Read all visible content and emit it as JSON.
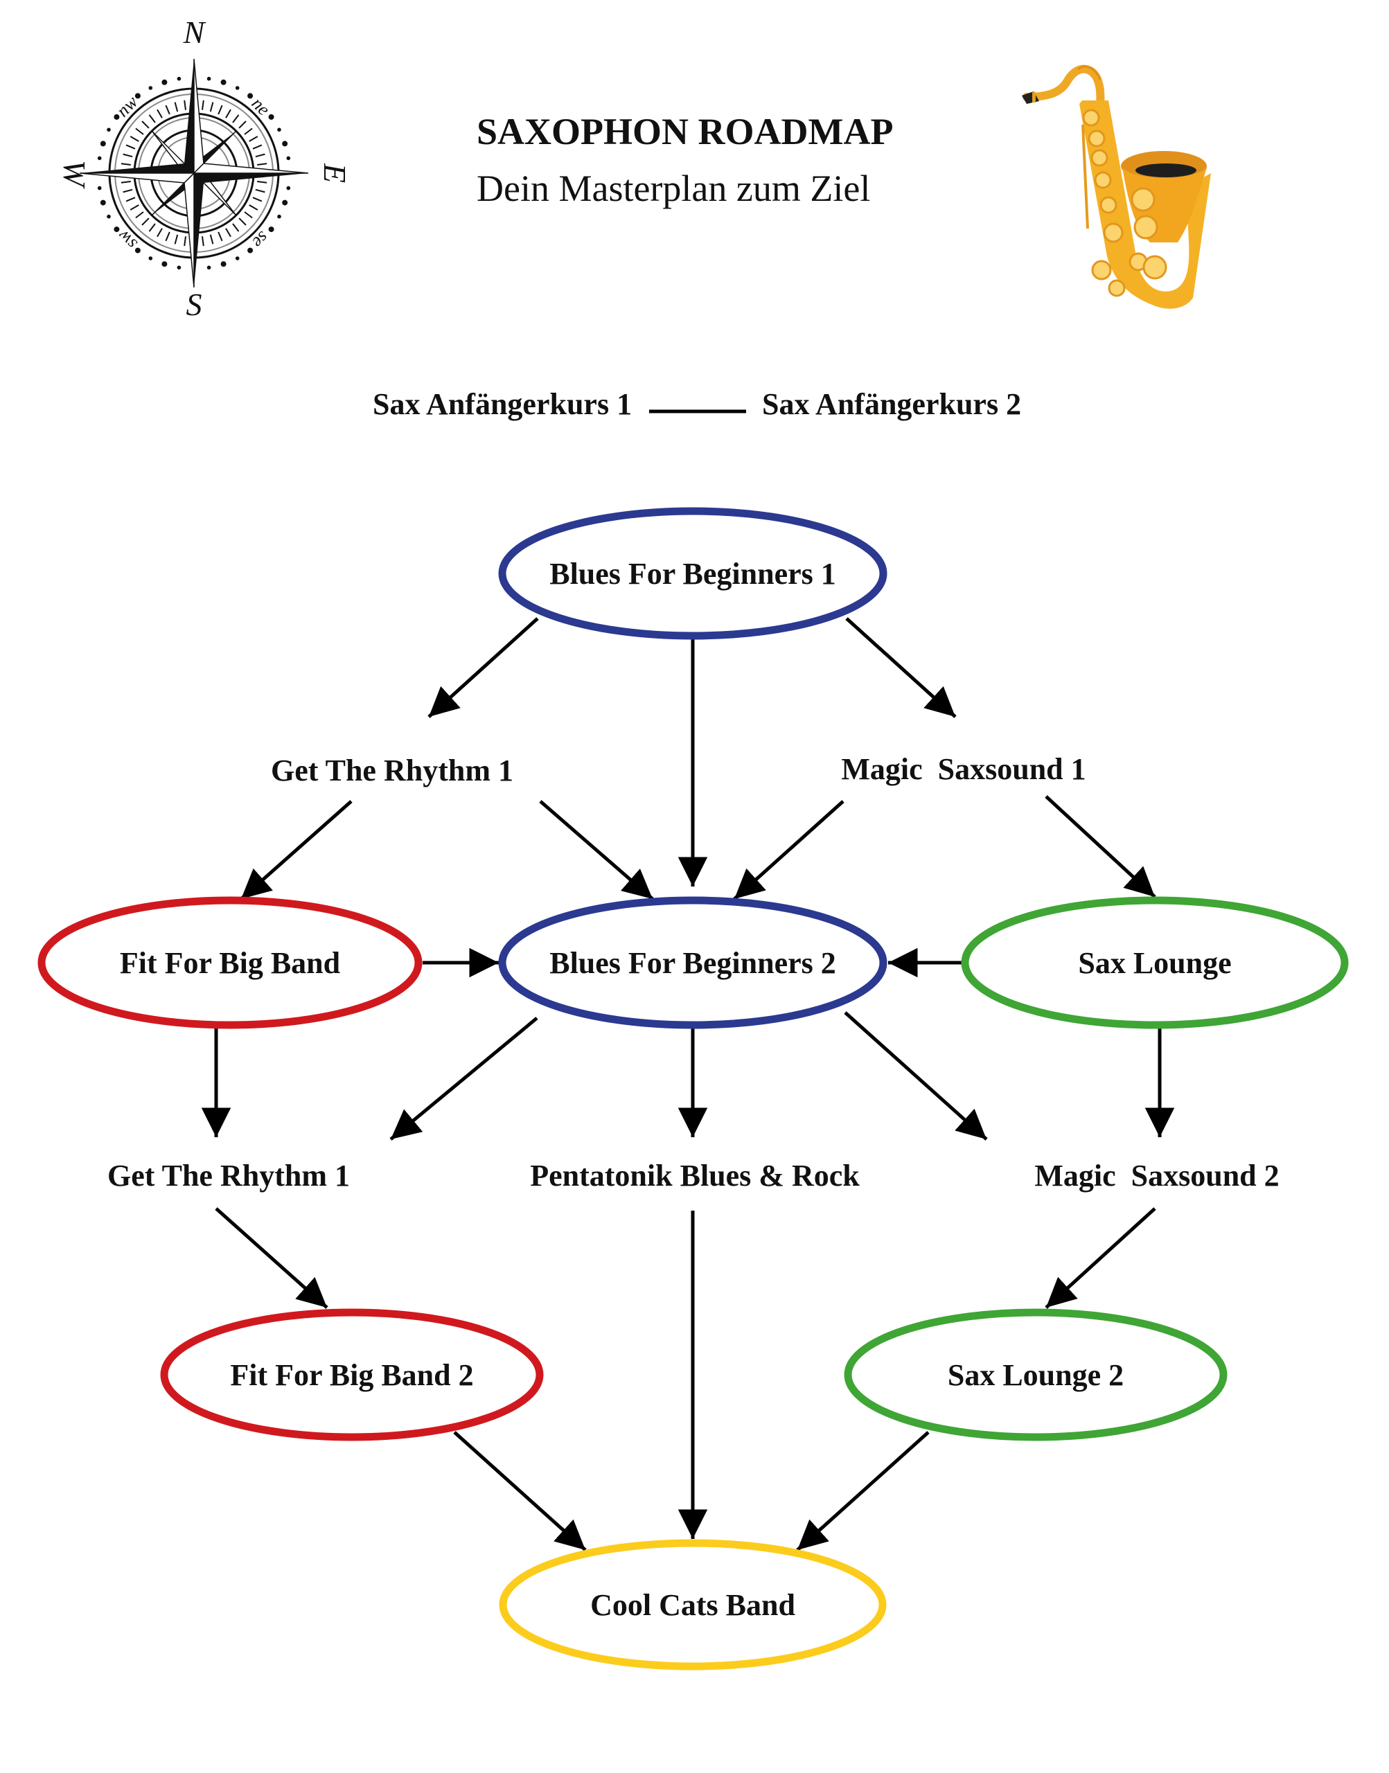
{
  "header": {
    "title": "SAXOPHON ROADMAP",
    "subtitle": "Dein Masterplan zum Ziel",
    "left_icon": "compass-rose-icon",
    "right_icon": "saxophone-icon"
  },
  "compass": {
    "north": "N",
    "east": "E",
    "south": "S",
    "west": "W",
    "northeast": "ne",
    "northwest": "nw",
    "southeast": "se",
    "southwest": "sw"
  },
  "legend": {
    "from": "Sax Anfängerkurs 1",
    "to": "Sax Anfängerkurs 2"
  },
  "colors": {
    "blue": "#2b3990",
    "red": "#d0191e",
    "green": "#3fa535",
    "yellow": "#fccc1d",
    "edge": "#000000"
  },
  "nodes": [
    {
      "id": "blues1",
      "label": "Blues For Beginners 1",
      "shape": "ellipse",
      "color": "blue"
    },
    {
      "id": "rhythm1_top",
      "label": "Get The Rhythm 1",
      "shape": "text"
    },
    {
      "id": "magic1",
      "label": "Magic  Saxsound 1",
      "shape": "text"
    },
    {
      "id": "bigband1",
      "label": "Fit For Big Band",
      "shape": "ellipse",
      "color": "red"
    },
    {
      "id": "blues2",
      "label": "Blues For Beginners 2",
      "shape": "ellipse",
      "color": "blue"
    },
    {
      "id": "lounge1",
      "label": "Sax Lounge",
      "shape": "ellipse",
      "color": "green"
    },
    {
      "id": "rhythm1_low",
      "label": "Get The Rhythm 1",
      "shape": "text"
    },
    {
      "id": "pentatonik",
      "label": "Pentatonik Blues & Rock",
      "shape": "text"
    },
    {
      "id": "magic2",
      "label": "Magic  Saxsound 2",
      "shape": "text"
    },
    {
      "id": "bigband2",
      "label": "Fit For Big Band 2",
      "shape": "ellipse",
      "color": "red"
    },
    {
      "id": "lounge2",
      "label": "Sax Lounge 2",
      "shape": "ellipse",
      "color": "green"
    },
    {
      "id": "coolcats",
      "label": "Cool Cats Band",
      "shape": "ellipse",
      "color": "yellow"
    }
  ],
  "edges": [
    {
      "from": "blues1",
      "to": "rhythm1_top"
    },
    {
      "from": "blues1",
      "to": "blues2"
    },
    {
      "from": "blues1",
      "to": "magic1"
    },
    {
      "from": "rhythm1_top",
      "to": "bigband1"
    },
    {
      "from": "rhythm1_top",
      "to": "blues2"
    },
    {
      "from": "magic1",
      "to": "blues2"
    },
    {
      "from": "magic1",
      "to": "lounge1"
    },
    {
      "from": "bigband1",
      "to": "blues2"
    },
    {
      "from": "lounge1",
      "to": "blues2"
    },
    {
      "from": "bigband1",
      "to": "rhythm1_low"
    },
    {
      "from": "blues2",
      "to": "rhythm1_low"
    },
    {
      "from": "blues2",
      "to": "pentatonik"
    },
    {
      "from": "blues2",
      "to": "magic2"
    },
    {
      "from": "lounge1",
      "to": "magic2"
    },
    {
      "from": "rhythm1_low",
      "to": "bigband2"
    },
    {
      "from": "magic2",
      "to": "lounge2"
    },
    {
      "from": "bigband2",
      "to": "coolcats"
    },
    {
      "from": "pentatonik",
      "to": "coolcats"
    },
    {
      "from": "lounge2",
      "to": "coolcats"
    }
  ]
}
